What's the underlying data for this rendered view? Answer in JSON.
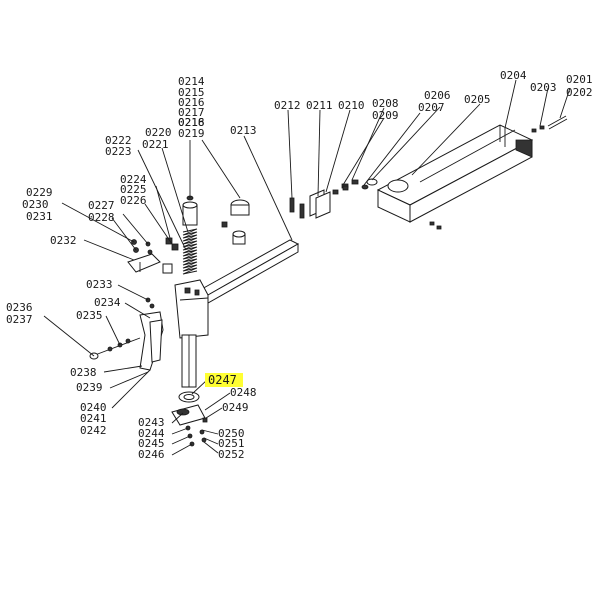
{
  "diagram": {
    "highlight_color": "#ffff33",
    "line_color": "#1a1a1a",
    "highlighted_part": "0247",
    "labels": {
      "0201": "0201",
      "0202": "0202",
      "0203": "0203",
      "0204": "0204",
      "0205": "0205",
      "0206": "0206",
      "0207": "0207",
      "0208": "0208",
      "0209": "0209",
      "0210": "0210",
      "0211": "0211",
      "0212": "0212",
      "0213": "0213",
      "0214": "0214",
      "0215": "0215",
      "0216a": "0216",
      "0217": "0217",
      "0216b": "0216",
      "0218": "0218",
      "0219": "0219",
      "0220": "0220",
      "0221": "0221",
      "0222": "0222",
      "0223": "0223",
      "0224": "0224",
      "0225": "0225",
      "0226": "0226",
      "0227": "0227",
      "0228": "0228",
      "0229": "0229",
      "0230": "0230",
      "0231": "0231",
      "0232": "0232",
      "0233": "0233",
      "0234": "0234",
      "0235": "0235",
      "0236": "0236",
      "0237": "0237",
      "0238": "0238",
      "0239": "0239",
      "0240": "0240",
      "0241": "0241",
      "0242": "0242",
      "0243": "0243",
      "0244": "0244",
      "0245": "0245",
      "0246": "0246",
      "0247": "0247",
      "0248": "0248",
      "0249": "0249",
      "0250": "0250",
      "0251": "0251",
      "0252": "0252"
    }
  }
}
